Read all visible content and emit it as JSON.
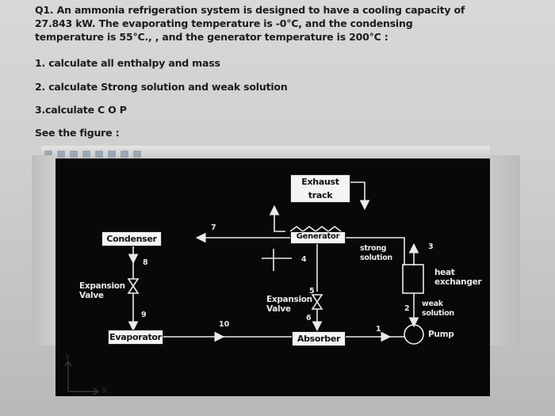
{
  "question": {
    "text": "Q1. An ammonia refrigeration system is designed to have a cooling capacity of 27.843 kW. The evaporating temperature is -0°C, and the condensing temperature is 55°C., , and the generator temperature is 200°C :",
    "tasks": [
      "1. calculate all enthalpy and mass",
      "2. calculate Strong solution and weak solution",
      "3.calculate C O P"
    ],
    "see_figure": "See the figure :"
  },
  "diagram": {
    "components": {
      "exhaust": "Exhaust track",
      "generator": "Generator",
      "condenser": "Condenser",
      "evaporator": "Evaporator",
      "absorber": "Absorber"
    },
    "labels": {
      "expansion_valve_1": "Expansion\nValve",
      "expansion_valve_2": "Expansion\nValve",
      "strong_solution": "strong\nsolution",
      "heat_exchanger": "heat\nexchanger",
      "weak_solution": "weak\nsolution",
      "pump": "Pump"
    },
    "state_points": {
      "p1": "1",
      "p2": "2",
      "p3": "3",
      "p4": "4",
      "p5": "5",
      "p6": "6",
      "p7": "7",
      "p8": "8",
      "p9": "9",
      "p10": "10"
    },
    "axes": {
      "x": "X",
      "y": "Y"
    }
  }
}
